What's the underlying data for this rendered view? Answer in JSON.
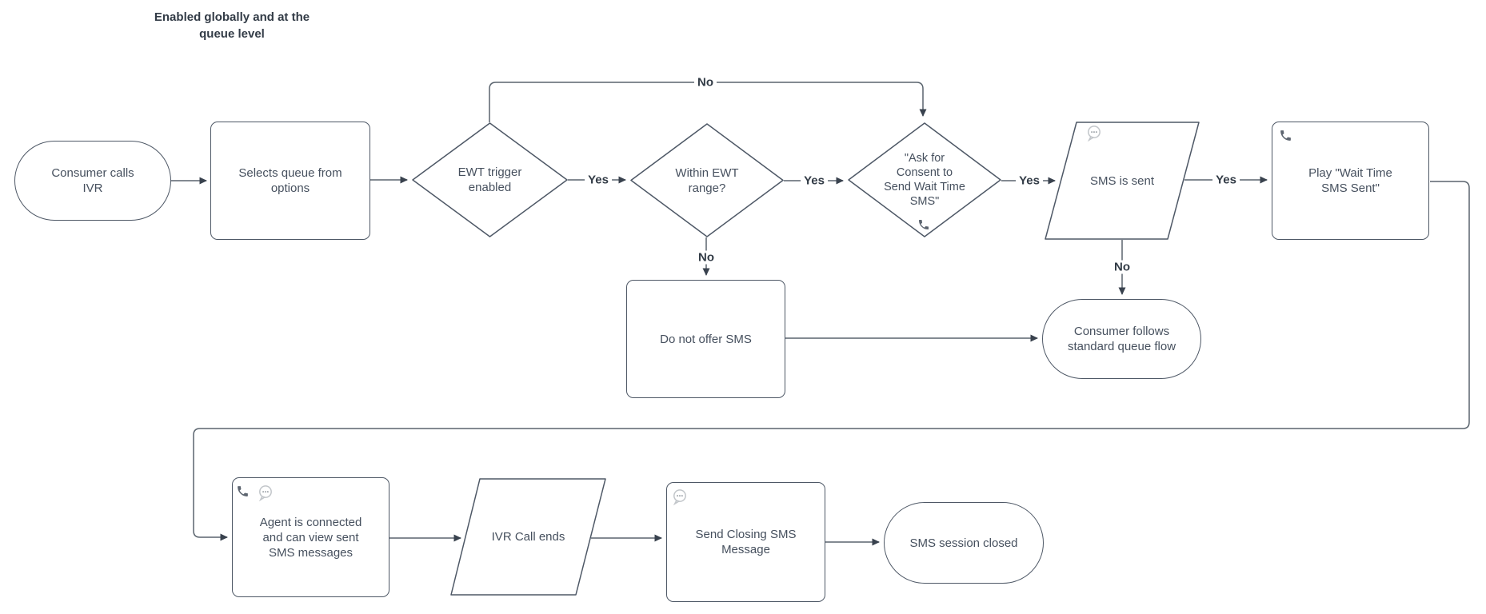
{
  "title": "Enabled globally and at the\nqueue level",
  "colors": {
    "stroke": "#4e5866",
    "line": "#5a646e",
    "arrow": "#39424e",
    "text": "#46505e",
    "label": "#323b46",
    "icon": "#5d6570",
    "bubble": "#c2c6ca",
    "bubble_dots": "#9aa0a6",
    "bg": "#ffffff"
  },
  "nodes": {
    "consumer_calls_ivr": {
      "label": "Consumer calls\nIVR",
      "shape": "terminator"
    },
    "selects_queue": {
      "label": "Selects queue from\noptions",
      "shape": "process"
    },
    "ewt_trigger": {
      "label": "EWT trigger\nenabled",
      "shape": "decision"
    },
    "within_ewt": {
      "label": "Within EWT\nrange?",
      "shape": "decision"
    },
    "ask_consent": {
      "label": "\"Ask for\nConsent to\nSend Wait Time\nSMS\"",
      "shape": "decision",
      "icon": "phone"
    },
    "sms_sent": {
      "label": "SMS is sent",
      "shape": "data",
      "icon": "speech-bubble"
    },
    "play_wait": {
      "label": "Play \"Wait Time\nSMS Sent\"",
      "shape": "process",
      "icon": "phone"
    },
    "do_not_offer": {
      "label": "Do not offer SMS",
      "shape": "process"
    },
    "standard_queue": {
      "label": "Consumer follows\nstandard queue flow",
      "shape": "terminator"
    },
    "agent_connected": {
      "label": "Agent is connected\nand can view sent\nSMS messages",
      "shape": "process",
      "icon": "phone, speech-bubble"
    },
    "ivr_call_ends": {
      "label": "IVR Call ends",
      "shape": "data"
    },
    "send_closing": {
      "label": "Send Closing SMS\nMessage",
      "shape": "process",
      "icon": "speech-bubble"
    },
    "sms_closed": {
      "label": "SMS session closed",
      "shape": "terminator"
    }
  },
  "edge_labels": {
    "yes": "Yes",
    "no": "No"
  },
  "edges": [
    {
      "from": "consumer_calls_ivr",
      "to": "selects_queue",
      "label": ""
    },
    {
      "from": "selects_queue",
      "to": "ewt_trigger",
      "label": ""
    },
    {
      "from": "ewt_trigger",
      "to": "within_ewt",
      "label": "Yes"
    },
    {
      "from": "ewt_trigger",
      "to": "ask_consent",
      "label": "No"
    },
    {
      "from": "within_ewt",
      "to": "ask_consent",
      "label": "Yes"
    },
    {
      "from": "within_ewt",
      "to": "do_not_offer",
      "label": "No"
    },
    {
      "from": "ask_consent",
      "to": "sms_sent",
      "label": "Yes"
    },
    {
      "from": "sms_sent",
      "to": "play_wait",
      "label": "Yes"
    },
    {
      "from": "sms_sent",
      "to": "standard_queue",
      "label": "No"
    },
    {
      "from": "do_not_offer",
      "to": "standard_queue",
      "label": ""
    },
    {
      "from": "play_wait",
      "to": "agent_connected",
      "label": ""
    },
    {
      "from": "agent_connected",
      "to": "ivr_call_ends",
      "label": ""
    },
    {
      "from": "ivr_call_ends",
      "to": "send_closing",
      "label": ""
    },
    {
      "from": "send_closing",
      "to": "sms_closed",
      "label": ""
    }
  ]
}
